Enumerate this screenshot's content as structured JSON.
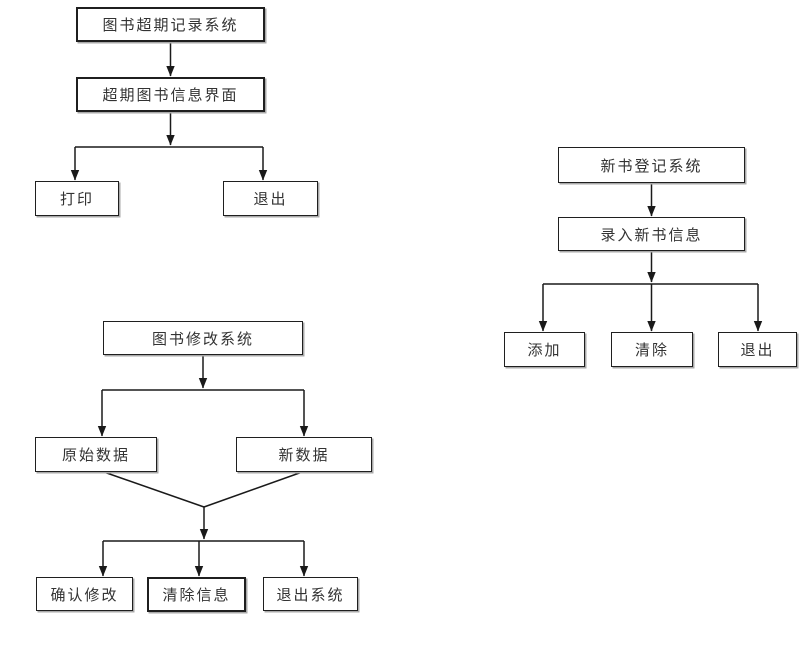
{
  "colors": {
    "background": "#ffffff",
    "line": "#1a1a1a",
    "text": "#333333",
    "box_fill": "#ffffff",
    "box_border": "#1f1f1f"
  },
  "flowcharts": [
    {
      "id": "book-overdue-record-system",
      "nodes": [
        {
          "id": "a1",
          "label": "图书超期记录系统"
        },
        {
          "id": "a2",
          "label": "超期图书信息界面"
        },
        {
          "id": "a3",
          "label": "打印"
        },
        {
          "id": "a4",
          "label": "退出"
        }
      ],
      "edges": [
        [
          "a1",
          "a2"
        ],
        [
          "a2",
          "a3"
        ],
        [
          "a2",
          "a4"
        ]
      ]
    },
    {
      "id": "new-book-register-system",
      "nodes": [
        {
          "id": "b1",
          "label": "新书登记系统"
        },
        {
          "id": "b2",
          "label": "录入新书信息"
        },
        {
          "id": "b3",
          "label": "添加"
        },
        {
          "id": "b4",
          "label": "清除"
        },
        {
          "id": "b5",
          "label": "退出"
        }
      ],
      "edges": [
        [
          "b1",
          "b2"
        ],
        [
          "b2",
          "b3"
        ],
        [
          "b2",
          "b4"
        ],
        [
          "b2",
          "b5"
        ]
      ]
    },
    {
      "id": "book-modify-system",
      "nodes": [
        {
          "id": "c1",
          "label": "图书修改系统"
        },
        {
          "id": "c2",
          "label": "原始数据"
        },
        {
          "id": "c3",
          "label": "新数据"
        },
        {
          "id": "c4",
          "label": "确认修改"
        },
        {
          "id": "c5",
          "label": "清除信息"
        },
        {
          "id": "c6",
          "label": "退出系统"
        }
      ],
      "edges": [
        [
          "c1",
          "c2"
        ],
        [
          "c1",
          "c3"
        ],
        [
          "c2",
          "merge"
        ],
        [
          "c3",
          "merge"
        ],
        [
          "merge",
          "c4"
        ],
        [
          "merge",
          "c5"
        ],
        [
          "merge",
          "c6"
        ]
      ]
    }
  ]
}
